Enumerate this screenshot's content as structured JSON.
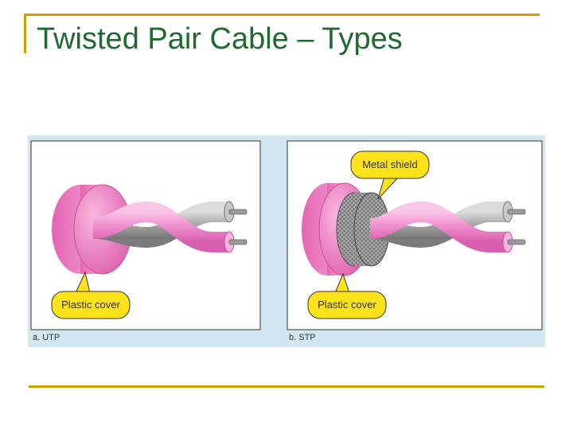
{
  "slide": {
    "title": "Twisted Pair Cable – Types"
  },
  "figure": {
    "utp": {
      "callout": "Plastic cover",
      "caption": "a. UTP"
    },
    "stp": {
      "callout_shield": "Metal shield",
      "callout_cover": "Plastic cover",
      "caption": "b. STP"
    },
    "colors": {
      "cover": "#ee7fc0",
      "wire_pink": "#f28fd0",
      "wire_gray": "#a8a8a8",
      "callout": "#ffe31a",
      "panel_bg": "#d3e7f2",
      "accent": "#c8a200",
      "title": "#1f6a2e"
    }
  }
}
